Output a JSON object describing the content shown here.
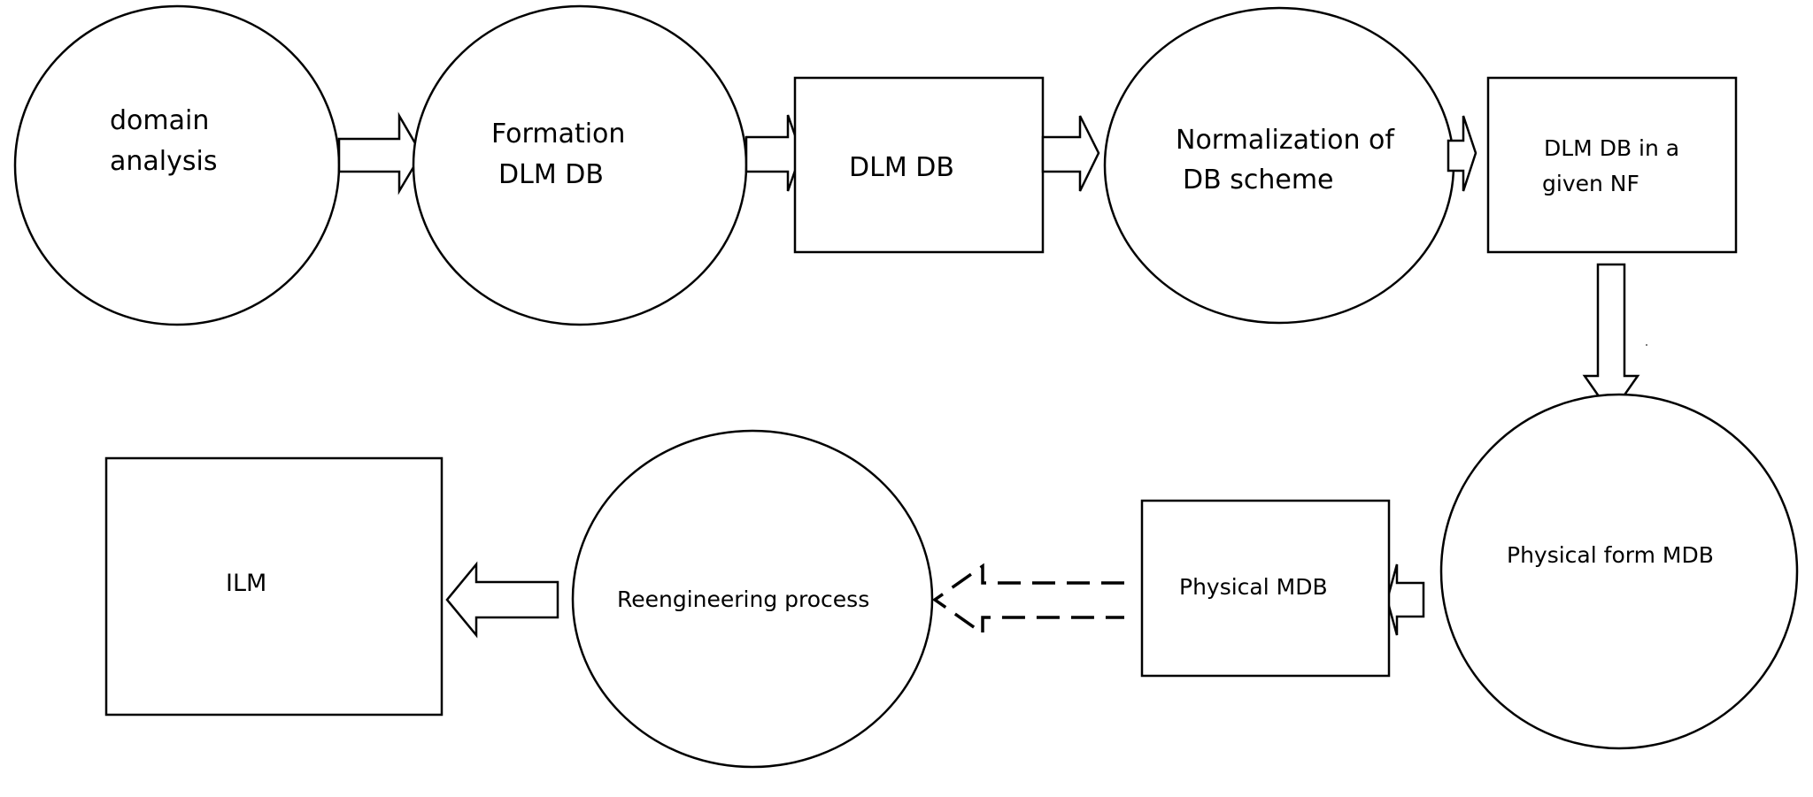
{
  "nodes": {
    "domain_analysis": {
      "line1": "domain",
      "line2": "analysis"
    },
    "formation": {
      "line1": "Formation",
      "line2": "DLM DB"
    },
    "dlm_db": {
      "label": "DLM DB"
    },
    "normalization": {
      "line1": "Normalization of",
      "line2": "DB scheme"
    },
    "dlm_db_nf": {
      "line1": "DLM DB in a",
      "line2": "given NF"
    },
    "physical_form_mdb": {
      "label": "Physical form MDB"
    },
    "physical_mdb": {
      "label": "Physical MDB"
    },
    "reengineering": {
      "label": "Reengineering process"
    },
    "ilm": {
      "label": "ILM"
    }
  }
}
